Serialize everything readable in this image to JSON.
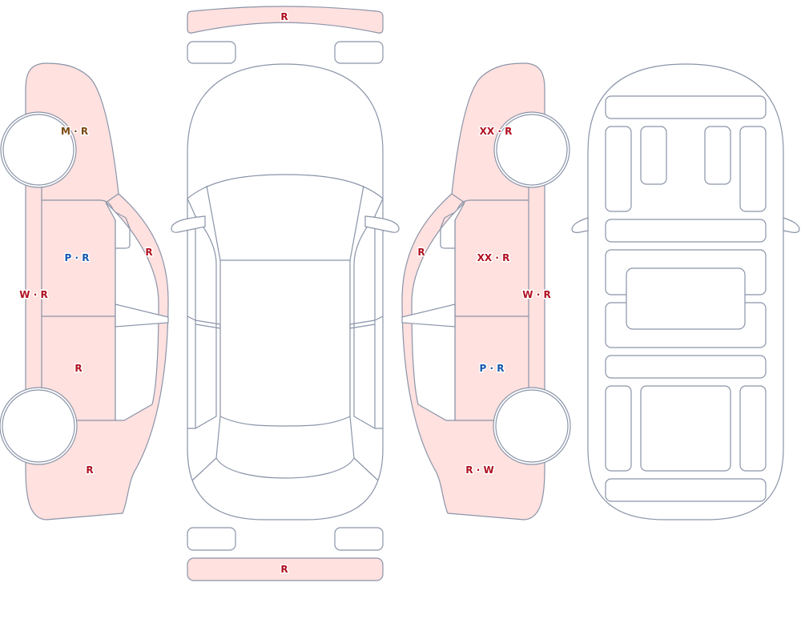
{
  "colors": {
    "damaged_fill": "#ffe1df",
    "outline": "#8a94a8",
    "code_R": "#b01020",
    "code_P": "#1558b0",
    "code_M": "#7a4a10",
    "code_W": "#b01020",
    "code_XX": "#b01020"
  },
  "codes": {
    "front_bumper": [
      {
        "t": "R",
        "c": "R"
      }
    ],
    "rear_bumper": [
      {
        "t": "R",
        "c": "R"
      }
    ],
    "left_front_fender": [
      {
        "t": "M",
        "c": "M"
      },
      {
        "t": " · ",
        "c": "M"
      },
      {
        "t": "R",
        "c": "M"
      }
    ],
    "left_front_door": [
      {
        "t": "P",
        "c": "P"
      },
      {
        "t": " · ",
        "c": "P"
      },
      {
        "t": "R",
        "c": "P"
      }
    ],
    "left_a_pillar": [
      {
        "t": "R",
        "c": "R"
      }
    ],
    "left_rocker": [
      {
        "t": "W",
        "c": "W"
      },
      {
        "t": " · ",
        "c": "W"
      },
      {
        "t": "R",
        "c": "W"
      }
    ],
    "left_rear_door": [
      {
        "t": "R",
        "c": "R"
      }
    ],
    "left_quarter": [
      {
        "t": "R",
        "c": "R"
      }
    ],
    "right_front_fender": [
      {
        "t": "XX",
        "c": "XX"
      },
      {
        "t": " · ",
        "c": "XX"
      },
      {
        "t": "R",
        "c": "XX"
      }
    ],
    "right_front_door": [
      {
        "t": "XX",
        "c": "XX"
      },
      {
        "t": " · ",
        "c": "XX"
      },
      {
        "t": "R",
        "c": "XX"
      }
    ],
    "right_a_pillar": [
      {
        "t": "R",
        "c": "R"
      }
    ],
    "right_rocker": [
      {
        "t": "W",
        "c": "W"
      },
      {
        "t": " · ",
        "c": "W"
      },
      {
        "t": "R",
        "c": "W"
      }
    ],
    "right_rear_door": [
      {
        "t": "P",
        "c": "P"
      },
      {
        "t": " · ",
        "c": "P"
      },
      {
        "t": "R",
        "c": "P"
      }
    ],
    "right_quarter": [
      {
        "t": "R",
        "c": "R"
      },
      {
        "t": " · ",
        "c": "R"
      },
      {
        "t": "W",
        "c": "R"
      }
    ]
  }
}
